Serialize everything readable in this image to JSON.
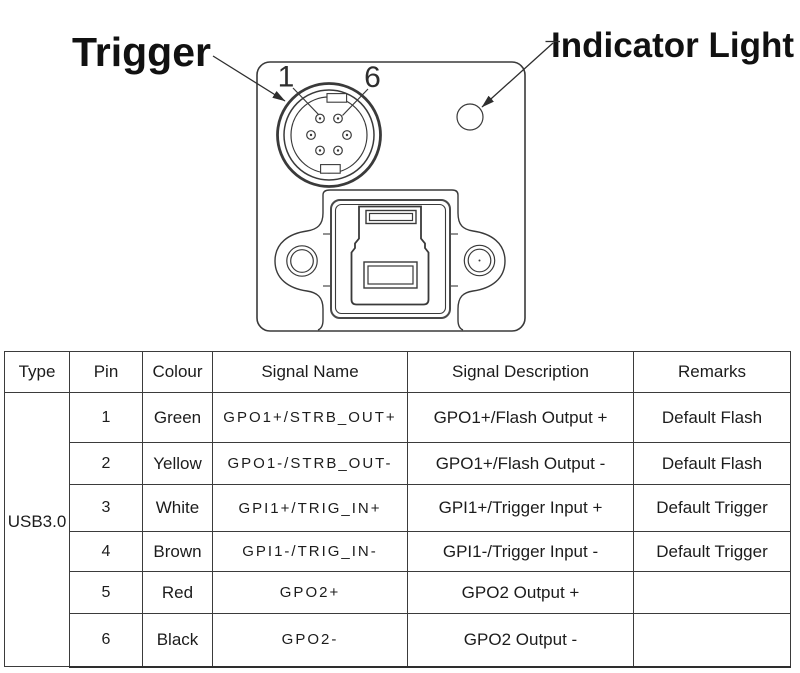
{
  "diagram": {
    "trigger_label": "Trigger",
    "indicator_label": "Indicator Light",
    "pin1_label": "1",
    "pin6_label": "6"
  },
  "table": {
    "headers": {
      "type": "Type",
      "pin": "Pin",
      "colour": "Colour",
      "signal_name": "Signal Name",
      "signal_description": "Signal Description",
      "remarks": "Remarks"
    },
    "type_value": "USB3.0",
    "rows": [
      {
        "pin": "1",
        "colour": "Green",
        "signal_name": "GPO1+/STRB_OUT+",
        "signal_description": "GPO1+/Flash Output +",
        "remarks": "Default Flash"
      },
      {
        "pin": "2",
        "colour": "Yellow",
        "signal_name": "GPO1-/STRB_OUT-",
        "signal_description": "GPO1+/Flash Output -",
        "remarks": "Default Flash"
      },
      {
        "pin": "3",
        "colour": "White",
        "signal_name": "GPI1+/TRIG_IN+",
        "signal_description": "GPI1+/Trigger Input +",
        "remarks": "Default Trigger"
      },
      {
        "pin": "4",
        "colour": "Brown",
        "signal_name": "GPI1-/TRIG_IN-",
        "signal_description": "GPI1-/Trigger Input -",
        "remarks": "Default Trigger"
      },
      {
        "pin": "5",
        "colour": "Red",
        "signal_name": "GPO2+",
        "signal_description": "GPO2 Output +",
        "remarks": ""
      },
      {
        "pin": "6",
        "colour": "Black",
        "signal_name": "GPO2-",
        "signal_description": "GPO2 Output -",
        "remarks": ""
      }
    ]
  },
  "colors": {
    "line": "#3a3a3a",
    "text": "#1c1c1c",
    "background": "#ffffff"
  }
}
